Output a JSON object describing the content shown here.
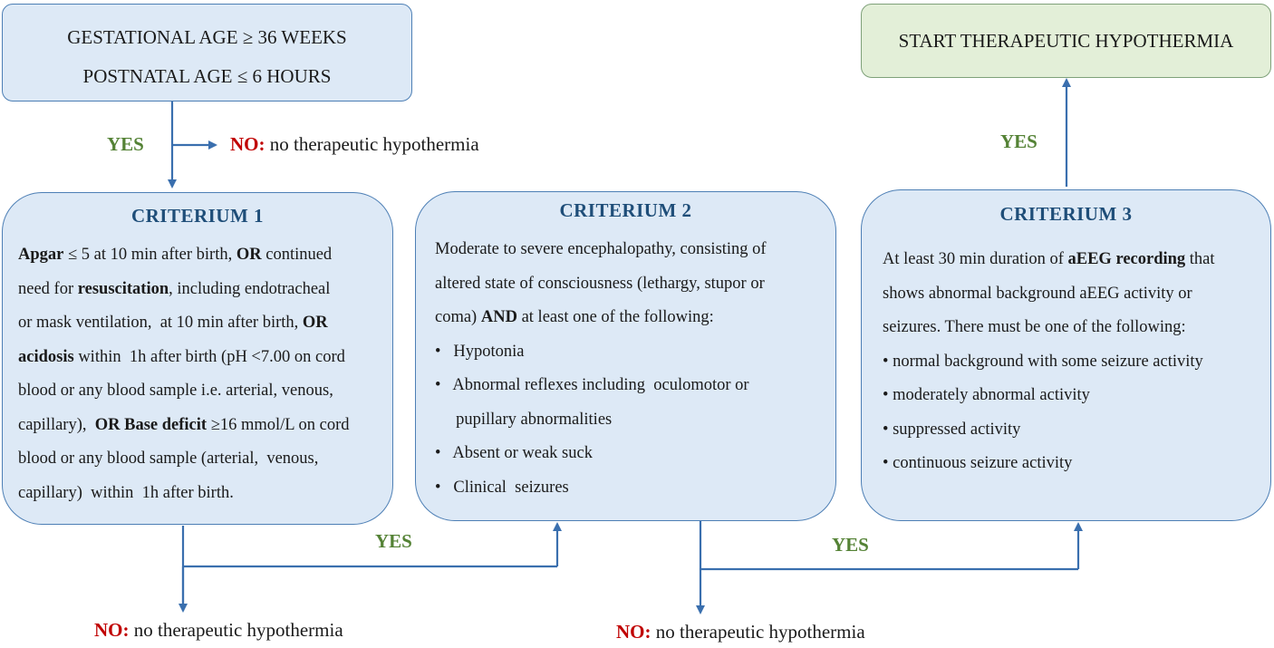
{
  "top_left_box": {
    "line1": "GESTATIONAL  AGE ≥ 36 WEEKS",
    "line2": "POSTNATAL  AGE ≤ 6 HOURS"
  },
  "top_right_box": {
    "label": "START  THERAPEUTIC  HYPOTHERMIA"
  },
  "criterium1": {
    "title": "CRITERIUM  1",
    "lines": [
      [
        {
          "b": "Apgar"
        },
        {
          "t": " ≤ 5 at 10 min after birth, "
        },
        {
          "b": "OR"
        },
        {
          "t": " continued"
        }
      ],
      [
        {
          "t": "need for "
        },
        {
          "b": "resuscitation"
        },
        {
          "t": ", including endotracheal"
        }
      ],
      [
        {
          "t": "or mask ventilation,  at 10 min after birth, "
        },
        {
          "b": "OR"
        }
      ],
      [
        {
          "b": "acidosis"
        },
        {
          "t": " within  1h after birth (pH <7.00 on cord"
        }
      ],
      [
        {
          "t": "blood or any blood sample i.e. arterial, venous,"
        }
      ],
      [
        {
          "t": "capillary),  "
        },
        {
          "b": "OR Base deficit"
        },
        {
          "t": " ≥16 mmol/L on cord"
        }
      ],
      [
        {
          "t": "blood or any blood sample (arterial,  venous,"
        }
      ],
      [
        {
          "t": "capillary)  within  1h after birth."
        }
      ]
    ]
  },
  "criterium2": {
    "title": "CRITERIUM  2",
    "lines": [
      [
        {
          "t": "Moderate to severe encephalopathy, consisting of"
        }
      ],
      [
        {
          "t": "altered state of consciousness (lethargy, stupor or"
        }
      ],
      [
        {
          "t": "coma) "
        },
        {
          "b": "AND"
        },
        {
          "t": " at least one of the following:"
        }
      ],
      [
        {
          "t": "•   Hypotonia"
        }
      ],
      [
        {
          "t": "•   Abnormal reflexes including  oculomotor or"
        }
      ],
      [
        {
          "t": "     pupillary abnormalities"
        }
      ],
      [
        {
          "t": "•   Absent or weak suck"
        }
      ],
      [
        {
          "t": "•   Clinical  seizures"
        }
      ]
    ]
  },
  "criterium3": {
    "title": "CRITERIUM  3",
    "lines": [
      [
        {
          "t": "At least 30 min duration of "
        },
        {
          "b": "aEEG recording"
        },
        {
          "t": " that"
        }
      ],
      [
        {
          "t": "shows abnormal background aEEG activity or"
        }
      ],
      [
        {
          "t": "seizures. There must be one of the following:"
        }
      ],
      [
        {
          "t": "• normal background with some seizure activity"
        }
      ],
      [
        {
          "t": "• moderately abnormal activity"
        }
      ],
      [
        {
          "t": "• suppressed activity"
        }
      ],
      [
        {
          "t": "• continuous seizure activity"
        }
      ]
    ]
  },
  "yes_label": "YES",
  "no_label": "NO:",
  "no_text": " no therapeutic  hypothermia",
  "colors": {
    "box_fill": "#dde9f6",
    "box_border": "#4d7fb5",
    "green_fill": "#e3efd8",
    "title_blue": "#1f4e79",
    "yes_green": "#548235",
    "no_red": "#c00000",
    "arrow": "#3a6fae"
  }
}
